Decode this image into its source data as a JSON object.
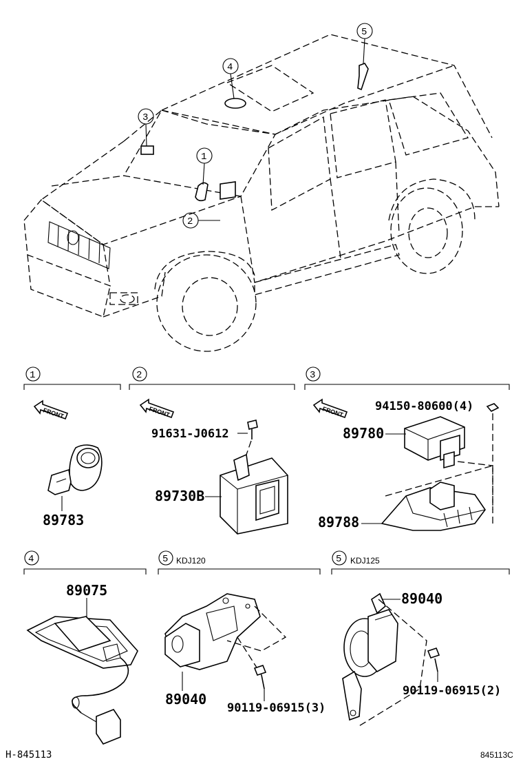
{
  "callouts": {
    "c1": "1",
    "c2": "2",
    "c3": "3",
    "c4": "4",
    "c5": "5"
  },
  "sections": {
    "s1": {
      "number": "1",
      "front": "FRONT",
      "parts": [
        "89783"
      ]
    },
    "s2": {
      "number": "2",
      "front": "FRONT",
      "parts": [
        "91631-J0612",
        "89730B"
      ]
    },
    "s3": {
      "number": "3",
      "front": "FRONT",
      "parts": [
        "94150-80600(4)",
        "89780",
        "89788"
      ]
    },
    "s4": {
      "number": "4",
      "parts": [
        "89075"
      ]
    },
    "s5a": {
      "number": "5",
      "variant": "KDJ120",
      "parts": [
        "89040",
        "90119-06915(3)"
      ]
    },
    "s5b": {
      "number": "5",
      "variant": "KDJ125",
      "parts": [
        "89040",
        "90119-06915(2)"
      ]
    }
  },
  "footer": {
    "left_code": "H-845113",
    "right_code": "845113C"
  }
}
